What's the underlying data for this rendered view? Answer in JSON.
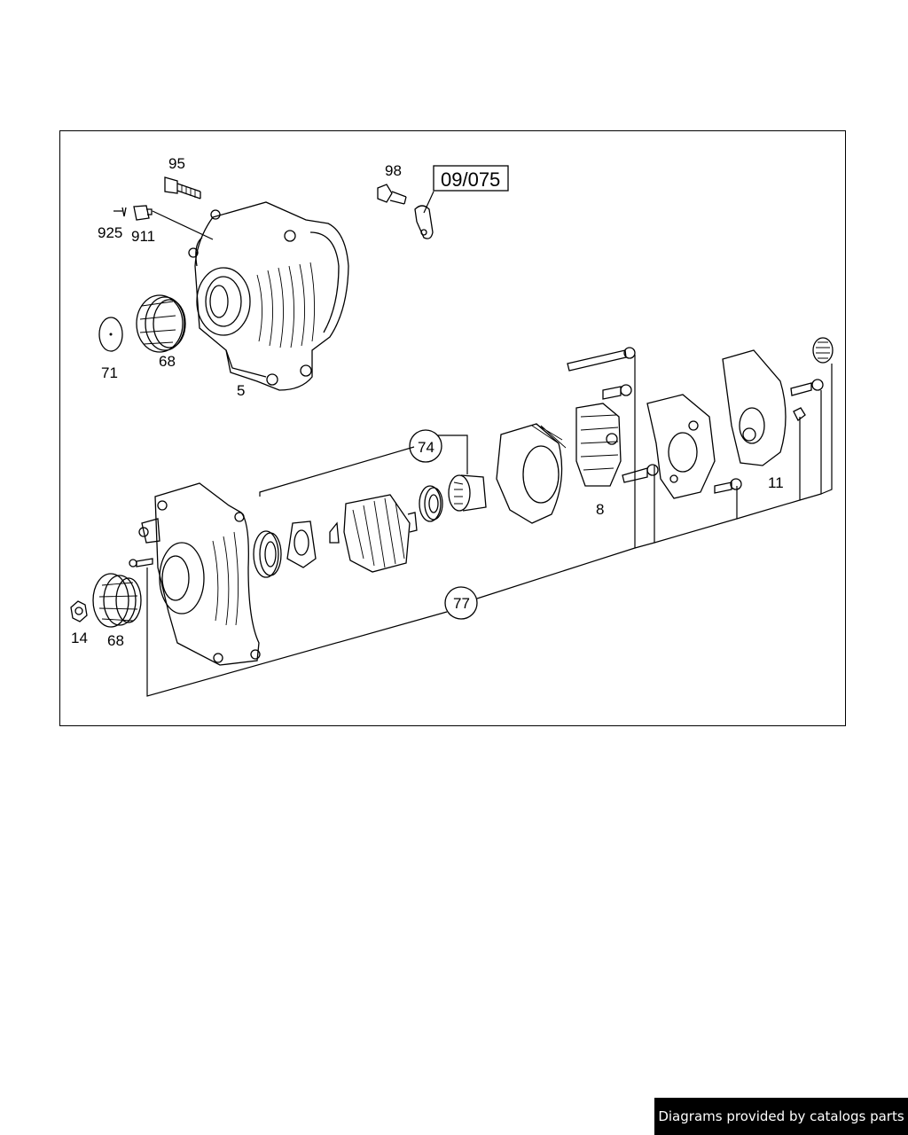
{
  "labels": {
    "l95": "95",
    "l98": "98",
    "l925": "925",
    "l911": "911",
    "l71": "71",
    "l68a": "68",
    "l5": "5",
    "l09075": "09/075",
    "l74": "74",
    "l8": "8",
    "l11": "11",
    "l77": "77",
    "l14": "14",
    "l68b": "68"
  },
  "footer": {
    "credit": "Diagrams provided by catalogs parts"
  }
}
